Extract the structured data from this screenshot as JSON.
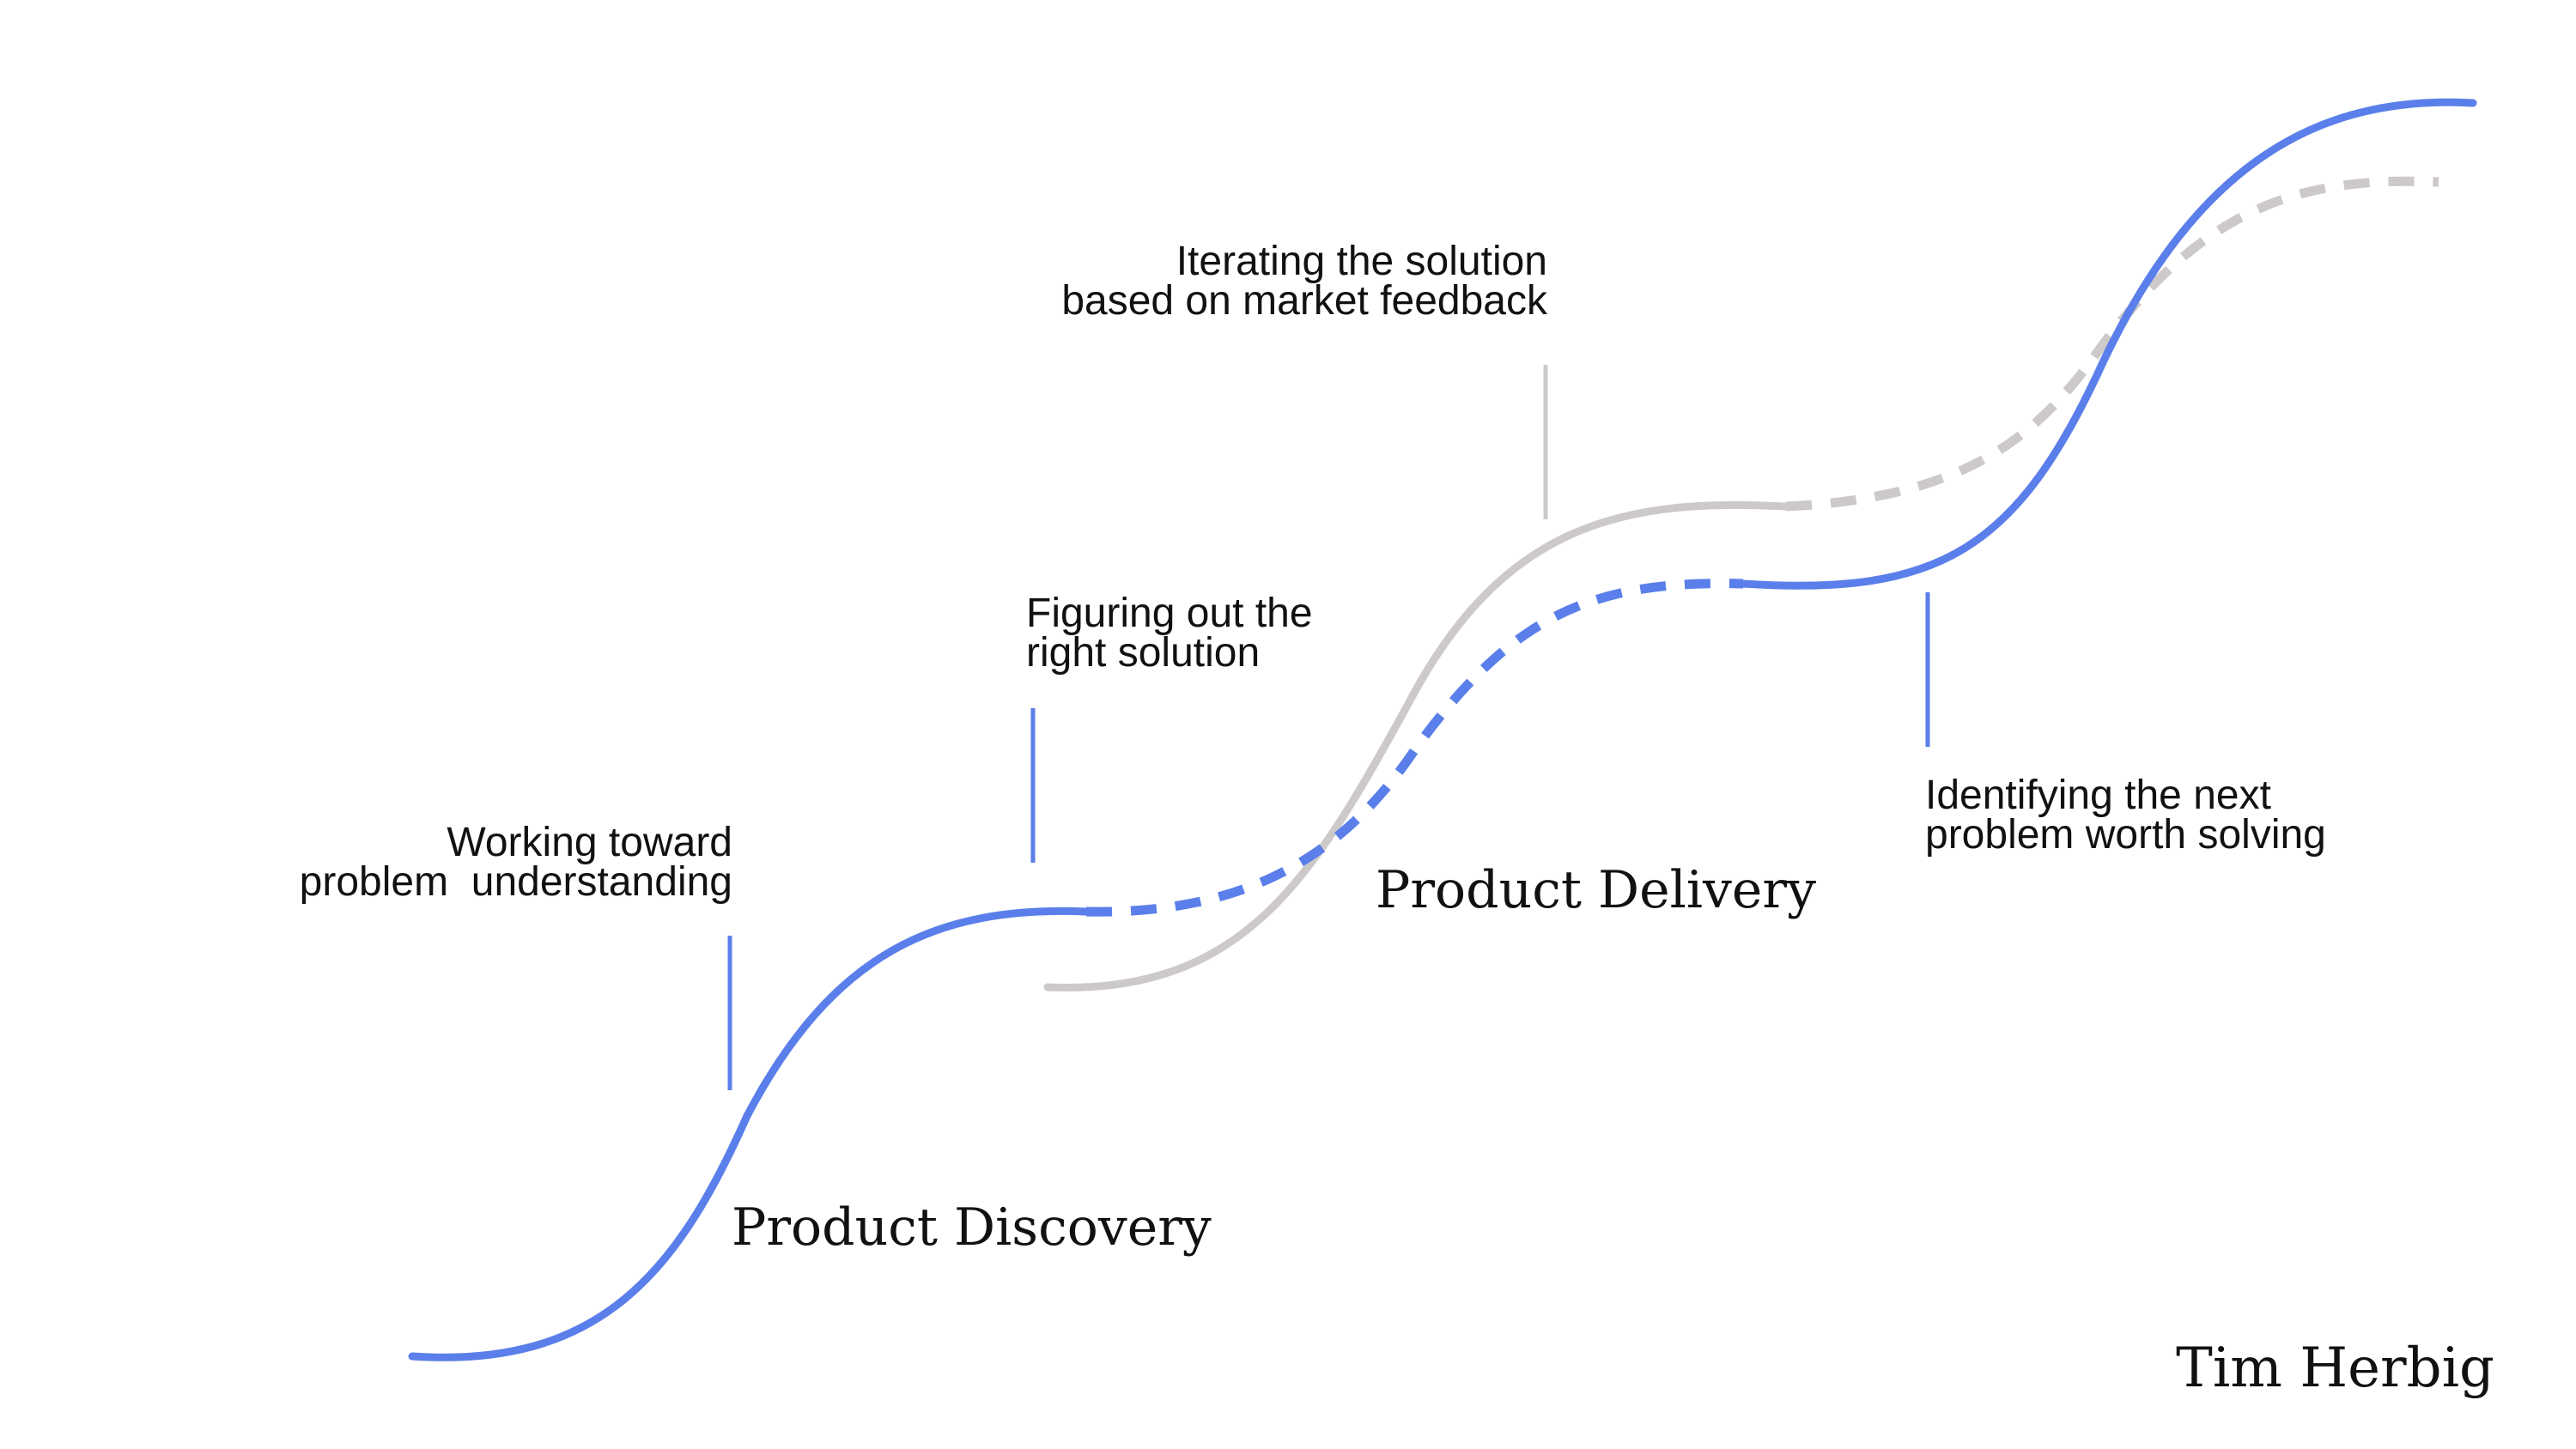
{
  "colors": {
    "blue": "#5B7FEA",
    "gray": "#CDC9C9",
    "text": "#111111",
    "background": "#FFFFFF"
  },
  "annotations": {
    "problem_understanding": {
      "line1": "Working toward",
      "line2": "problem  understanding"
    },
    "right_solution": {
      "line1": "Figuring out the",
      "line2": "right solution"
    },
    "market_feedback": {
      "line1": "Iterating the solution",
      "line2": "based on market feedback"
    },
    "next_problem": {
      "line1": "Identifying the next",
      "line2": "problem worth solving"
    }
  },
  "phases": {
    "discovery": "Product Discovery",
    "delivery": "Product Delivery"
  },
  "author": "Tim Herbig"
}
